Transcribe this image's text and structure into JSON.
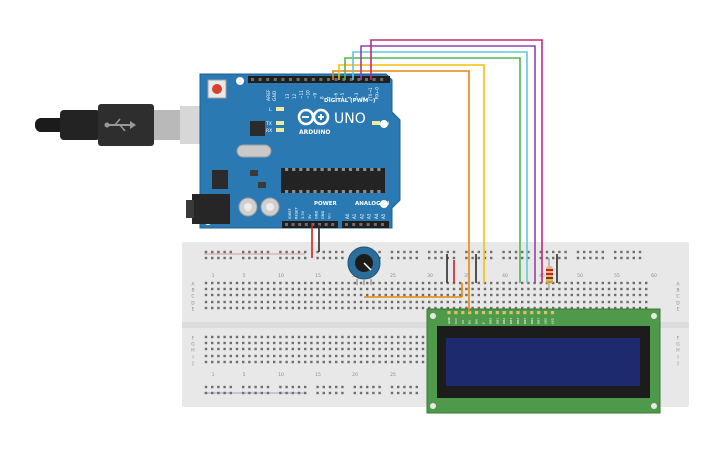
{
  "arduino": {
    "logo": "ARDUINO",
    "model": "UNO",
    "digital_label": "DIGITAL (PWM~)",
    "power_label": "POWER",
    "analog_label": "ANALOG IN",
    "aref": "AREF",
    "gnd": "GND",
    "pins_top": [
      "13",
      "12",
      "~11",
      "~10",
      "~9",
      "8",
      "7",
      "~6",
      "~5",
      "4",
      "~3",
      "2",
      "TX→1",
      "RX←0"
    ],
    "led_l": "L",
    "led_tx": "TX",
    "led_rx": "RX",
    "led_on": "ON",
    "power_pins": [
      "IOREF",
      "RESET",
      "3.3V",
      "5V",
      "GND",
      "GND",
      "Vin"
    ],
    "analog_pins": [
      "A0",
      "A1",
      "A2",
      "A3",
      "A4",
      "A5"
    ]
  },
  "breadboard": {
    "col_numbers": [
      "1",
      "5",
      "10",
      "15",
      "20",
      "25",
      "30",
      "35",
      "40",
      "45",
      "50",
      "55",
      "60"
    ],
    "col_numbers_bottom": [
      "1",
      "5",
      "10",
      "15",
      "20",
      "25"
    ],
    "row_letters_top": [
      "A",
      "B",
      "C",
      "D",
      "E"
    ],
    "row_letters_bottom": [
      "F",
      "G",
      "H",
      "I",
      "J"
    ]
  },
  "lcd": {
    "pin_labels": [
      "GND",
      "VCC",
      "V0",
      "RS",
      "RW",
      "E",
      "DB0",
      "DB1",
      "DB2",
      "DB3",
      "DB4",
      "DB5",
      "DB6",
      "DB7",
      "LED",
      "LED"
    ]
  },
  "colors": {
    "arduino_board": "#2a79b3",
    "breadboard": "#e8e8e8",
    "lcd_pcb": "#4f9a4a",
    "lcd_screen": "#1e2a6e",
    "wire_orange": "#e8870f",
    "wire_yellow": "#f2c20c",
    "wire_green": "#51b84a",
    "wire_cyan": "#63c7dc",
    "wire_purple": "#8e44ad",
    "wire_magenta": "#c2287d",
    "wire_red": "#d21f1f",
    "wire_black": "#2b2b2b"
  },
  "icons": {
    "usb": "usb-icon",
    "potentiometer": "potentiometer-icon",
    "resistor": "resistor-icon"
  }
}
